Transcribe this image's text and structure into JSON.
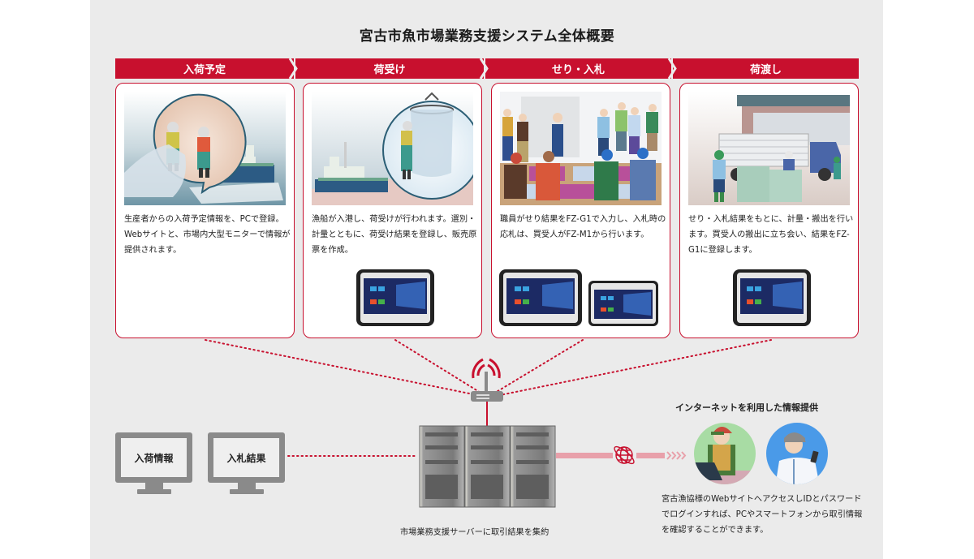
{
  "title": "宮古市魚市場業務支援システム全体概要",
  "steps": [
    {
      "label": "入荷予定",
      "description": "生産者からの入荷予定情報を、PCで登録。Webサイトと、市場内大型モニターで情報が提供されます。",
      "illustration": "fishermen-hauling-net-and-boat",
      "devices": []
    },
    {
      "label": "荷受け",
      "description": "漁船が入港し、荷受けが行われます。選別・計量とともに、荷受け結果を登録し、販売原票を作成。",
      "illustration": "fish-unloading-basket-and-boat",
      "devices": [
        "tablet-fz-g1"
      ]
    },
    {
      "label": "せり・入札",
      "description": "職員がせり結果をFZ-G1で入力し、入札時の応札は、買受人がFZ-M1から行います。",
      "illustration": "auction-crowd-over-fish-boxes",
      "devices": [
        "tablet-fz-g1",
        "tablet-fz-m1"
      ]
    },
    {
      "label": "荷渡し",
      "description": "せり・入札結果をもとに、計量・搬出を行います。買受人の搬出に立ち会い、結果をFZ-G1に登録します。",
      "illustration": "truck-loading-boxes",
      "devices": [
        "tablet-fz-g1"
      ]
    }
  ],
  "monitors": [
    {
      "label": "入荷情報"
    },
    {
      "label": "入札結果"
    }
  ],
  "server": {
    "caption": "市場業務支援サーバーに取引結果を集約",
    "icon": "server-rack-icon"
  },
  "router": {
    "icon": "wireless-router-icon"
  },
  "internet": {
    "icon": "globe-icon",
    "title": "インターネットを利用した情報提供",
    "description": "宮古漁協様のWebサイトへアクセスしIDとパスワードでログインすれば、PCやスマートフォンから取引情報を確認することができます。",
    "users": [
      "user-with-laptop",
      "user-with-smartphone"
    ]
  },
  "colors": {
    "accent": "#c8102e",
    "panel": "#ebebeb",
    "link_line": "#e8a0aa",
    "device_gray": "#8a8a8a"
  }
}
